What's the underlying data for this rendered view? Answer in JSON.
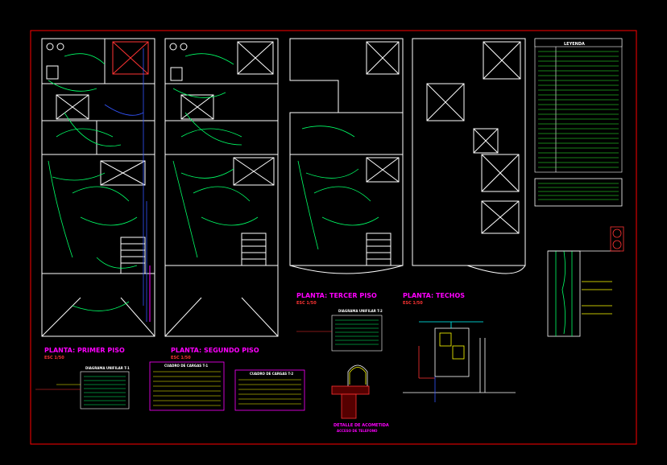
{
  "colors": {
    "background": "#000000",
    "border": "#ff0000",
    "walls": "#ffffff",
    "circuits": "#00ff66",
    "blue_lines": "#3355ff",
    "title_magenta": "#ff00ff",
    "scale_red": "#ff3333",
    "table_yellow": "#ffff00",
    "legend_green": "#33ff33",
    "detail_cyan": "#00ffff"
  },
  "titles": {
    "plan1": "PLANTA: PRIMER PISO",
    "plan2": "PLANTA: SEGUNDO PISO",
    "plan3": "PLANTA: TERCER PISO",
    "plan4": "PLANTA: TECHOS",
    "scale": "ESC 1/50"
  },
  "detail_labels": {
    "acometida_line1": "DETALLE DE ACOMETIDA",
    "acometida_line2": "ACCESO DE TELEFONO"
  },
  "tables": {
    "diagram1": "DIAGRAMA UNIFILAR T-1",
    "cuadro1": "CUADRO DE CARGAS T-1",
    "cuadro2": "CUADRO DE CARGAS T-2",
    "diagram2": "DIAGRAMA UNIFILAR T-2"
  },
  "legend": {
    "header": "LEYENDA"
  }
}
